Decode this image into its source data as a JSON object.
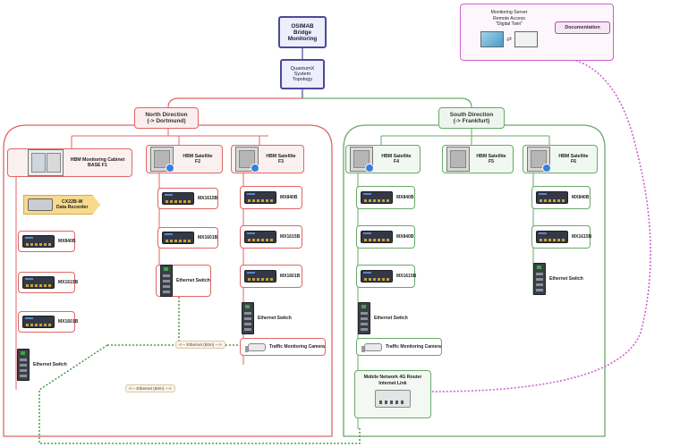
{
  "header": {
    "title_lines": [
      "OSIMAB",
      "Bridge",
      "Monitoring"
    ],
    "topology_lines": [
      "QuantumX",
      "System",
      "Topology"
    ]
  },
  "north": {
    "direction_lines": [
      "North Direction",
      "(-> Dortmund)"
    ],
    "base": {
      "lines": [
        "HBM Monitoring Cabinet",
        "BASE F1"
      ]
    },
    "recorder": {
      "lines": [
        "CX22B-W",
        "Data Recorder"
      ]
    },
    "base_devices": [
      "MX840B",
      "MX1615B",
      "MX1601B"
    ],
    "base_switch": "Ethernet Switch",
    "f2": {
      "lines": [
        "HBM Satellite",
        "F2"
      ],
      "devices": [
        "MX1615B",
        "MX1601B"
      ],
      "switch": "Ethernet Switch"
    },
    "f3": {
      "lines": [
        "HBM Satellite",
        "F3"
      ],
      "devices": [
        "MX840B",
        "MX1615B",
        "MX1601B"
      ],
      "switch": "Ethernet Switch",
      "camera": "Traffic Monitoring Camera"
    }
  },
  "south": {
    "direction_lines": [
      "South Direction",
      "(-> Frankfurt)"
    ],
    "f4": {
      "lines": [
        "HBM Satellite",
        "F4"
      ],
      "devices": [
        "MX840B",
        "MX840B",
        "MX1615B"
      ],
      "switch": "Ethernet Switch",
      "camera": "Traffic Monitoring Camera"
    },
    "f5": {
      "lines": [
        "HBM Satellite",
        "F5"
      ]
    },
    "f6": {
      "lines": [
        "HBM Satellite",
        "F6"
      ],
      "devices": [
        "MX840B",
        "MX1615B"
      ],
      "switch": "Ethernet Switch"
    },
    "router": {
      "lines": [
        "Mobile Network 4G Router",
        "Internet Link"
      ]
    }
  },
  "server": {
    "lines": [
      "Monitoring Server",
      "Remote Access",
      "\"Digital Twin\""
    ],
    "documentation": "Documentation"
  },
  "ethernet_labels": [
    "<--- Ethernet (50m) --->",
    "<--- Ethernet (50m) --->"
  ],
  "colors": {
    "north": "#e06666",
    "south": "#6aa86a",
    "server": "#d060d0",
    "title": "#4a4a9a",
    "ethernet": "#2f8a2f"
  }
}
